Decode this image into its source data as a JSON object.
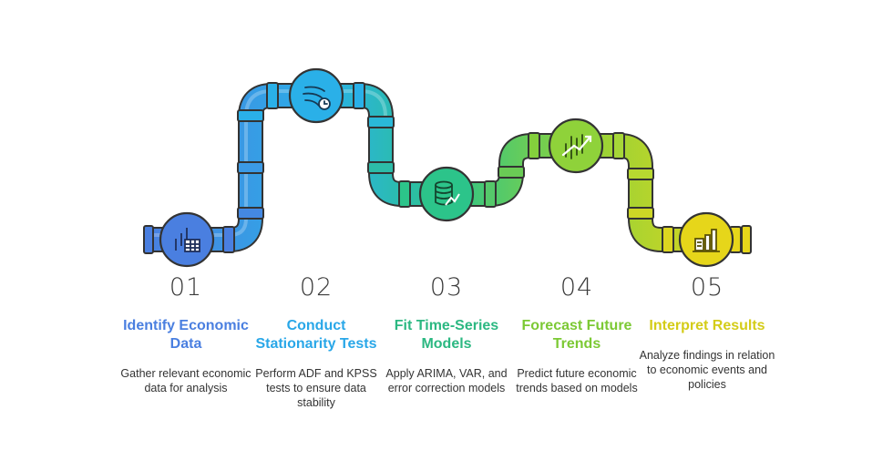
{
  "steps": [
    {
      "number": "01",
      "title": "Identify Economic Data",
      "description": "Gather relevant economic data for analysis",
      "color": "#4a7fe0",
      "icon": "table-chart-icon"
    },
    {
      "number": "02",
      "title": "Conduct Stationarity Tests",
      "description": "Perform ADF and KPSS tests to ensure data stability",
      "color": "#29a7e8",
      "icon": "wind-clock-icon"
    },
    {
      "number": "03",
      "title": "Fit Time-Series Models",
      "description": "Apply ARIMA, VAR, and error correction models",
      "color": "#2cb882",
      "icon": "database-chart-icon"
    },
    {
      "number": "04",
      "title": "Forecast Future Trends",
      "description": "Predict future economic trends based on models",
      "color": "#7cc934",
      "icon": "trend-up-icon"
    },
    {
      "number": "05",
      "title": "Interpret Results",
      "description": "Analyze findings in relation to economic events and policies",
      "color": "#d4cc18",
      "icon": "bar-chart-document-icon"
    }
  ]
}
